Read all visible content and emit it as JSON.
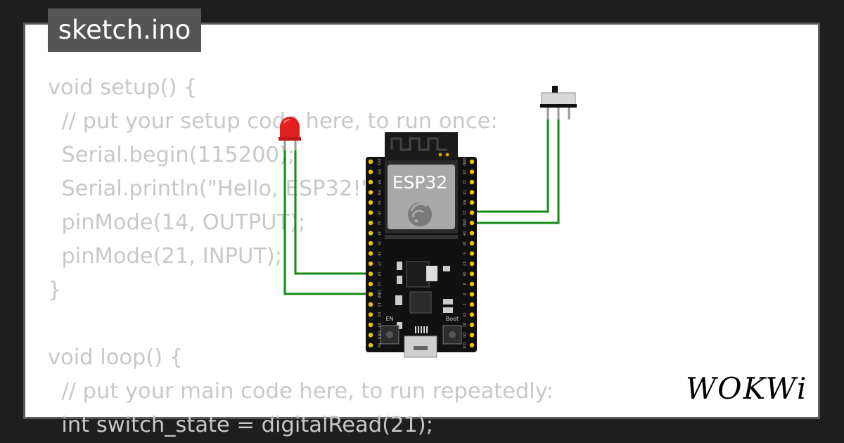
{
  "tab": {
    "filename": "sketch.ino"
  },
  "code_lines": [
    "void setup() {",
    "  // put your setup code here, to run once:",
    "  Serial.begin(115200);",
    "  Serial.println(\"Hello, ESP32!\");",
    "  pinMode(14, OUTPUT);",
    "  pinMode(21, INPUT);",
    "}",
    "",
    "void loop() {",
    "  // put your main code here, to run repeatedly:",
    "  int switch_state = digitalRead(21);"
  ],
  "board": {
    "label": "ESP32",
    "en_label": "EN",
    "boot_label": "Boot",
    "left_pins": [
      "3V3",
      "EN",
      "VP",
      "VN",
      "34",
      "35",
      "32",
      "33",
      "25",
      "26",
      "27",
      "14",
      "12",
      "GND",
      "13",
      "D2",
      "D3",
      "CMD",
      "5V"
    ],
    "right_pins": [
      "GND",
      "23",
      "22",
      "TX",
      "RX",
      "21",
      "GND",
      "19",
      "18",
      "5",
      "17",
      "16",
      "4",
      "0",
      "2",
      "15",
      "D1",
      "D0",
      "CLK"
    ]
  },
  "brand": {
    "logo": "WOKWi"
  },
  "colors": {
    "wire": "#138a13",
    "led": "#e02020",
    "board": "#111111",
    "pin": "#f2c200"
  }
}
